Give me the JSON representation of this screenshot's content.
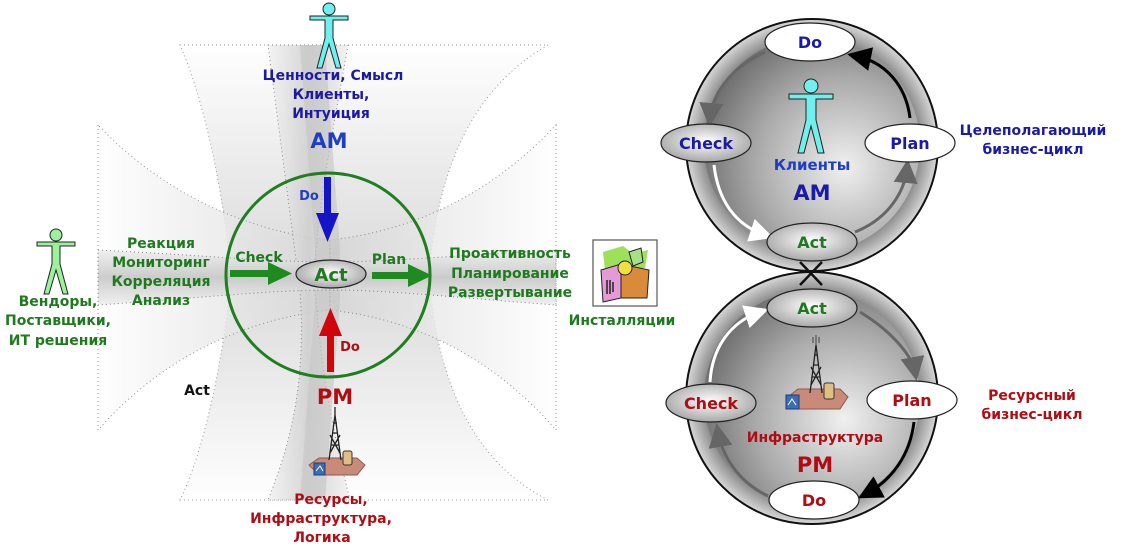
{
  "left_diagram": {
    "top": {
      "lines": [
        "Ценности, Смысл",
        "Клиенты,",
        "Интуиция"
      ],
      "title": "AM",
      "arrow_label": "Do"
    },
    "bottom": {
      "lines": [
        "Ресурсы,",
        "Инфраструктура,",
        "Логика"
      ],
      "title": "PM",
      "arrow_label": "Do"
    },
    "left": {
      "actor_lines": [
        "Вендоры,",
        "Поставщики,",
        "ИТ решения"
      ],
      "activity_lines": [
        "Реакция",
        "Мониторинг",
        "Корреляция",
        "Анализ"
      ],
      "arrow_label": "Check"
    },
    "right": {
      "activity_lines": [
        "Проактивность",
        "Планирование",
        "Развертывание"
      ],
      "arrow_label": "Plan",
      "icon_caption": "Инсталляции"
    },
    "center_label": "Act",
    "corner_label": "Act"
  },
  "right_diagram": {
    "top_cycle": {
      "nodes": {
        "do": "Do",
        "plan": "Plan",
        "act": "Act",
        "check": "Check"
      },
      "center_caption": "Клиенты",
      "center_title": "AM",
      "side_lines": [
        "Целеполагающий",
        "бизнес-цикл"
      ]
    },
    "bottom_cycle": {
      "nodes": {
        "act": "Act",
        "plan": "Plan",
        "do": "Do",
        "check": "Check"
      },
      "center_caption": "Инфраструктура",
      "center_title": "PM",
      "side_lines": [
        "Ресурсный",
        "бизнес-цикл"
      ]
    }
  },
  "colors": {
    "am_blue": "#1a1aa6",
    "pm_red": "#b00c12",
    "act_green": "#1f7a1f",
    "person_cyan": "#6ff0ee",
    "person_green": "#9cf29c"
  }
}
